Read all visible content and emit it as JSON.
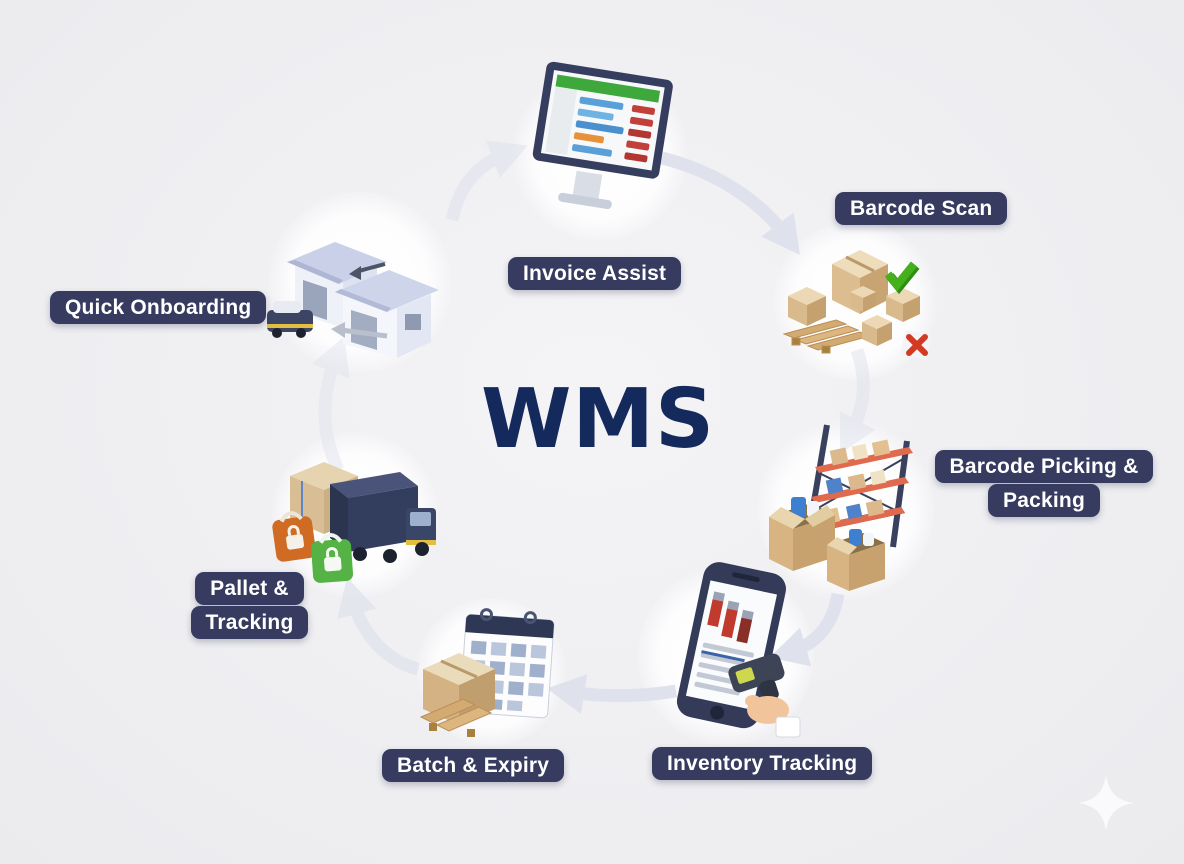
{
  "title": "WMS",
  "flow_direction": "clockwise",
  "nodes": [
    {
      "id": "invoice-assist",
      "label": "Invoice Assist",
      "illustration": "desktop-monitor-spreadsheet"
    },
    {
      "id": "barcode-scan",
      "label": "Barcode Scan",
      "illustration": "boxes-pallet-check-cross"
    },
    {
      "id": "barcode-picking-packing",
      "label": "Barcode Picking & Packing",
      "illustration": "storage-rack-open-boxes"
    },
    {
      "id": "inventory-tracking",
      "label": "Inventory Tracking",
      "illustration": "phone-hand-barcode-scanner"
    },
    {
      "id": "batch-expiry",
      "label": "Batch & Expiry",
      "illustration": "calendar-pallet-box"
    },
    {
      "id": "pallet-tracking",
      "label": "Pallet & Tracking",
      "illustration": "truck-cardboard-box-bags"
    },
    {
      "id": "quick-onboarding",
      "label": "Quick Onboarding",
      "illustration": "warehouse-buildings-van"
    }
  ],
  "colors": {
    "background": "#efeff2",
    "label_background": "#363b5f",
    "label_text": "#ffffff",
    "title_text": "#152a5c",
    "arrow": "#dfe2ec",
    "check_green": "#43b01c",
    "cross_red": "#d23a24",
    "rack_orange": "#e06a4e",
    "truck_navy": "#333d5e",
    "bag_orange": "#cf6b22",
    "bag_green": "#55b244",
    "cardboard": "#d9bd95",
    "spreadsheet_green": "#3fa83c"
  }
}
